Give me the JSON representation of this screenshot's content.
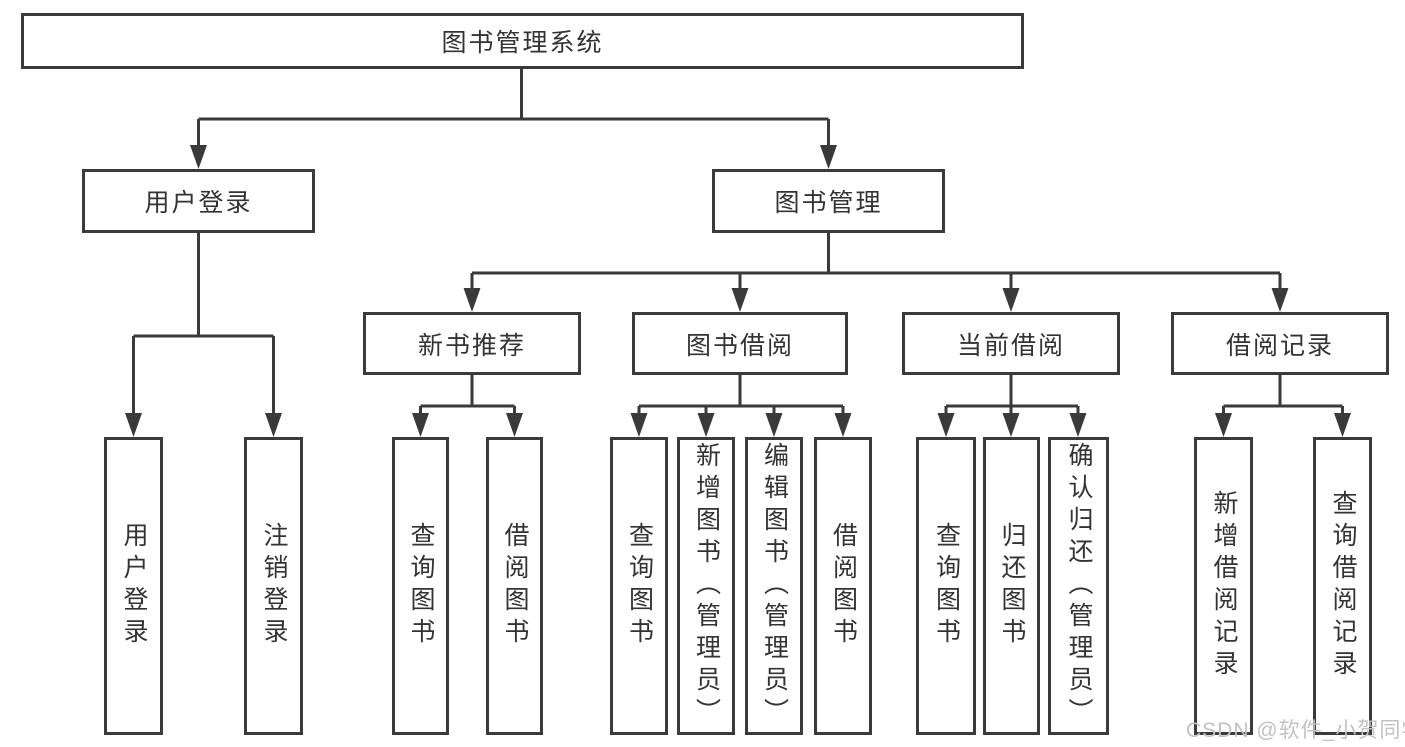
{
  "colors": {
    "line": "#3a3a3a",
    "text": "#333333",
    "watermark": "#c2c2c2",
    "background": "#ffffff"
  },
  "watermark": {
    "text": "CSDN @软件_小贺同学"
  },
  "diagram": {
    "type": "hierarchy-tree",
    "root": {
      "label": "图书管理系统",
      "children": [
        {
          "label": "用户登录",
          "children": [
            {
              "label": "用户登录"
            },
            {
              "label": "注销登录"
            }
          ]
        },
        {
          "label": "图书管理",
          "children": [
            {
              "label": "新书推荐",
              "children": [
                {
                  "label": "查询图书"
                },
                {
                  "label": "借阅图书"
                }
              ]
            },
            {
              "label": "图书借阅",
              "children": [
                {
                  "label": "查询图书"
                },
                {
                  "label": "新增图书（管理员）"
                },
                {
                  "label": "编辑图书（管理员）"
                },
                {
                  "label": "借阅图书"
                }
              ]
            },
            {
              "label": "当前借阅",
              "children": [
                {
                  "label": "查询图书"
                },
                {
                  "label": "归还图书"
                },
                {
                  "label": "确认归还（管理员）"
                }
              ]
            },
            {
              "label": "借阅记录",
              "children": [
                {
                  "label": "新增借阅记录"
                },
                {
                  "label": "查询借阅记录"
                }
              ]
            }
          ]
        }
      ]
    }
  }
}
